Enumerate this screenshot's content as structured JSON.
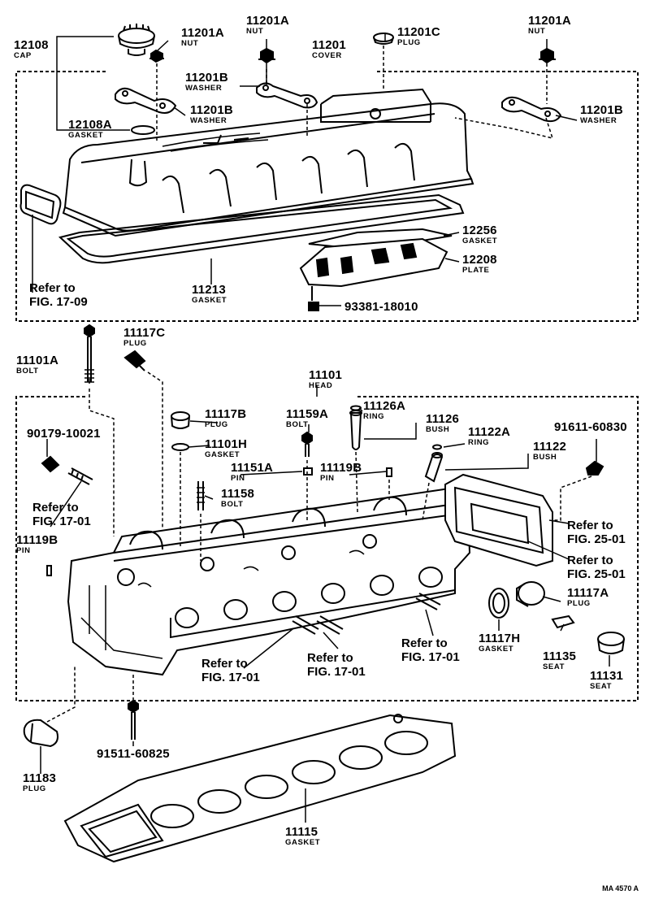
{
  "figure_code": "MA 4570 A",
  "labels": {
    "p12108": {
      "num": "12108",
      "name": "CAP"
    },
    "p11201A_1": {
      "num": "11201A",
      "name": "NUT"
    },
    "p11201A_2": {
      "num": "11201A",
      "name": "NUT"
    },
    "p11201C": {
      "num": "11201C",
      "name": "PLUG"
    },
    "p11201A_3": {
      "num": "11201A",
      "name": "NUT"
    },
    "p11201": {
      "num": "11201",
      "name": "COVER"
    },
    "p11201B_1": {
      "num": "11201B",
      "name": "WASHER"
    },
    "p11201B_2": {
      "num": "11201B",
      "name": "WASHER"
    },
    "p11201B_3": {
      "num": "11201B",
      "name": "WASHER"
    },
    "p12108A": {
      "num": "12108A",
      "name": "GASKET"
    },
    "p12256": {
      "num": "12256",
      "name": "GASKET"
    },
    "p12208": {
      "num": "12208",
      "name": "PLATE"
    },
    "p11213": {
      "num": "11213",
      "name": "GASKET"
    },
    "p93381": {
      "num": "93381-18010",
      "name": ""
    },
    "p11101A": {
      "num": "11101A",
      "name": "BOLT"
    },
    "p11117C": {
      "num": "11117C",
      "name": "PLUG"
    },
    "p11101": {
      "num": "11101",
      "name": "HEAD"
    },
    "p11117B": {
      "num": "11117B",
      "name": "PLUG"
    },
    "p11101H": {
      "num": "11101H",
      "name": "GASKET"
    },
    "p11159A": {
      "num": "11159A",
      "name": "BOLT"
    },
    "p11126A": {
      "num": "11126A",
      "name": "RING"
    },
    "p11126": {
      "num": "11126",
      "name": "BUSH"
    },
    "p11122A": {
      "num": "11122A",
      "name": "RING"
    },
    "p11122": {
      "num": "11122",
      "name": "BUSH"
    },
    "p91611": {
      "num": "91611-60830",
      "name": ""
    },
    "p90179": {
      "num": "90179-10021",
      "name": ""
    },
    "p11151A": {
      "num": "11151A",
      "name": "PIN"
    },
    "p11119B_1": {
      "num": "11119B",
      "name": "PIN"
    },
    "p11158": {
      "num": "11158",
      "name": "BOLT"
    },
    "p11119B_2": {
      "num": "11119B",
      "name": "PIN"
    },
    "p11117A": {
      "num": "11117A",
      "name": "PLUG"
    },
    "p11117H": {
      "num": "11117H",
      "name": "GASKET"
    },
    "p11135": {
      "num": "11135",
      "name": "SEAT"
    },
    "p11131": {
      "num": "11131",
      "name": "SEAT"
    },
    "p11183": {
      "num": "11183",
      "name": "PLUG"
    },
    "p91511": {
      "num": "91511-60825",
      "name": ""
    },
    "p11115": {
      "num": "11115",
      "name": "GASKET"
    }
  },
  "refs": {
    "r1": {
      "line1": "Refer to",
      "line2": "FIG. 17-09"
    },
    "r2": {
      "line1": "Refer to",
      "line2": "FIG. 17-01"
    },
    "r3": {
      "line1": "Refer to",
      "line2": "FIG. 25-01"
    },
    "r4": {
      "line1": "Refer to",
      "line2": "FIG. 25-01"
    },
    "r5": {
      "line1": "Refer to",
      "line2": "FIG. 17-01"
    },
    "r6": {
      "line1": "Refer to",
      "line2": "FIG. 17-01"
    },
    "r7": {
      "line1": "Refer to",
      "line2": "FIG. 17-01"
    }
  }
}
